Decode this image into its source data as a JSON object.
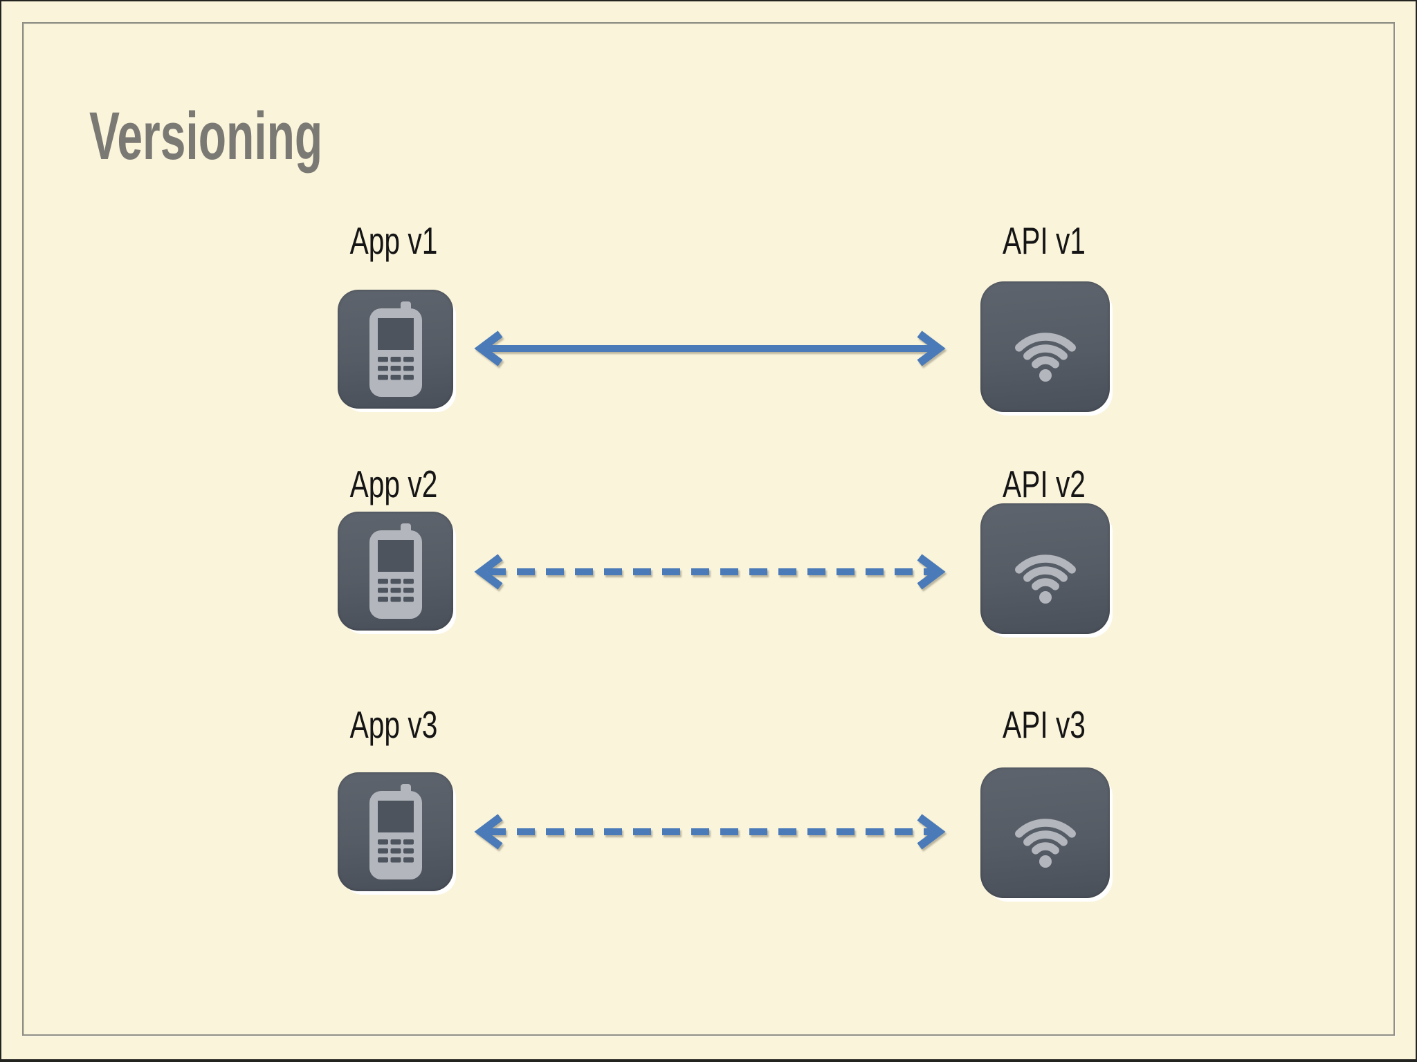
{
  "slide": {
    "title": "Versioning"
  },
  "colors": {
    "background": "#FAF4DB",
    "page_border": "#232320",
    "frame_border": "#8F8F86",
    "title_text": "#7B7974",
    "label_text": "#151515",
    "tile_top": "#5E646D",
    "tile_bottom": "#4A505A",
    "tile_glyph": "#B3B7BD",
    "tile_cut": "#4E545E",
    "arrow_blue": "#4A7AB8"
  },
  "icons": {
    "app": "mobile-phone-icon",
    "api": "wifi-icon"
  },
  "rows": [
    {
      "app_label": "App v1",
      "api_label": "API v1",
      "connection": "solid"
    },
    {
      "app_label": "App v2",
      "api_label": "API v2",
      "connection": "dashed"
    },
    {
      "app_label": "App v3",
      "api_label": "API v3",
      "connection": "dashed"
    }
  ]
}
